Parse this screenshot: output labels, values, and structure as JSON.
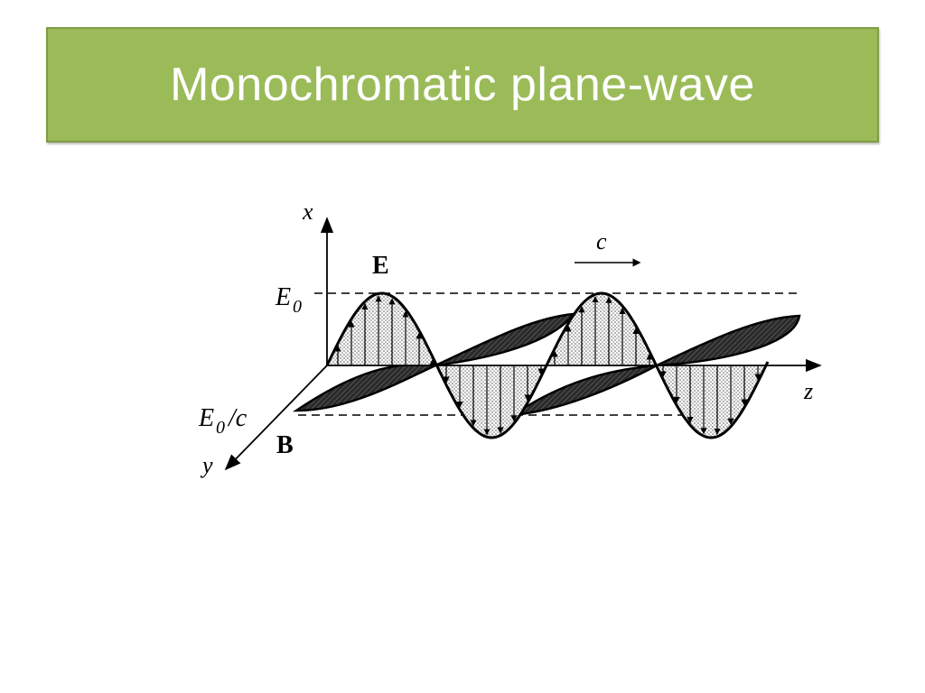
{
  "slide": {
    "title": "Monochromatic plane-wave"
  },
  "diagram": {
    "axis_x_label": "x",
    "axis_y_label": "y",
    "axis_z_label": "z",
    "e_field_label": "E",
    "b_field_label": "B",
    "e_amplitude_label_main": "E",
    "e_amplitude_label_sub": "0",
    "b_amplitude_label_main": "E",
    "b_amplitude_label_sub": "0",
    "b_amplitude_label_tail": "/c",
    "speed_label": "c"
  },
  "colors": {
    "title_bar": "#9bbb59",
    "title_text": "#ffffff"
  }
}
